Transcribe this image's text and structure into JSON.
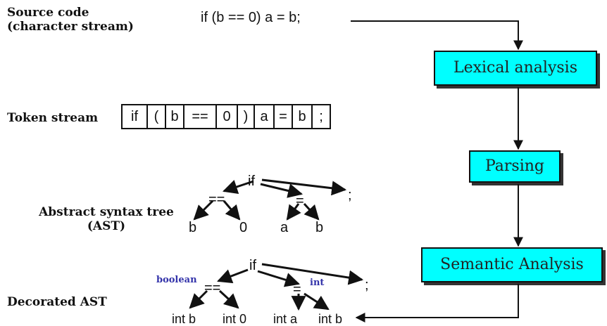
{
  "labels": {
    "source_code": [
      "Source code",
      "(character stream)"
    ],
    "token_stream": "Token stream",
    "ast": [
      "Abstract syntax tree",
      "(AST)"
    ],
    "decorated_ast": "Decorated AST"
  },
  "source_code_text": "if (b == 0) a = b;",
  "tokens": [
    "if",
    "(",
    "b",
    "==",
    "0",
    ")",
    "a",
    "=",
    "b",
    ";"
  ],
  "stages": {
    "lexical": "Lexical analysis",
    "parsing": "Parsing",
    "semantic": "Semantic Analysis"
  },
  "ast_nodes": {
    "root": "if",
    "eq": "==",
    "assign": "=",
    "semicolon": ";",
    "b": "b",
    "zero": "0",
    "a": "a",
    "b2": "b"
  },
  "decorated_nodes": {
    "root": "if",
    "eq": "==",
    "assign": "=",
    "semicolon": ";",
    "b": "int b",
    "zero": "int 0",
    "a": "int a",
    "b2": "int b",
    "type_boolean": "boolean",
    "type_int": "int"
  },
  "colors": {
    "stage_fill": "#00ffff",
    "type_annotation": "#3333aa"
  }
}
